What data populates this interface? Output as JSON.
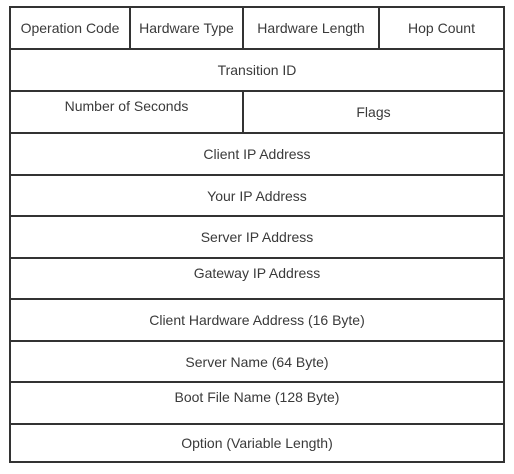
{
  "fields": {
    "operation_code": "Operation Code",
    "hardware_type": "Hardware Type",
    "hardware_length": "Hardware Length",
    "hop_count": "Hop Count",
    "transition_id": "Transition ID",
    "number_of_seconds": "Number of Seconds",
    "flags": "Flags",
    "client_ip_address": "Client IP Address",
    "your_ip_address": "Your IP Address",
    "server_ip_address": "Server IP Address",
    "gateway_ip_address": "Gateway IP Address",
    "client_hardware_address": "Client Hardware Address (16 Byte)",
    "server_name": "Server Name (64 Byte)",
    "boot_file_name": "Boot File Name (128 Byte)",
    "option": "Option (Variable Length)"
  }
}
